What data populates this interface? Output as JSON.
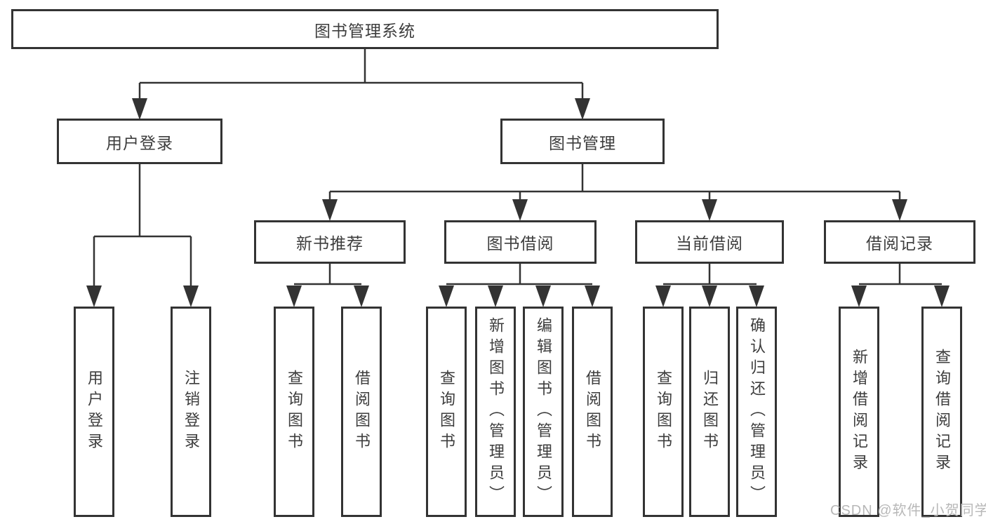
{
  "diagram": {
    "watermark": "CSDN @软件_小贺同学",
    "tree": {
      "label": "图书管理系统",
      "children": [
        {
          "label": "用户登录",
          "children": [
            {
              "label": "用户登录"
            },
            {
              "label": "注销登录"
            }
          ]
        },
        {
          "label": "图书管理",
          "children": [
            {
              "label": "新书推荐",
              "children": [
                {
                  "label": "查询图书"
                },
                {
                  "label": "借阅图书"
                }
              ]
            },
            {
              "label": "图书借阅",
              "children": [
                {
                  "label": "查询图书"
                },
                {
                  "label": "新增图书（管理员）"
                },
                {
                  "label": "编辑图书（管理员）"
                },
                {
                  "label": "借阅图书"
                }
              ]
            },
            {
              "label": "当前借阅",
              "children": [
                {
                  "label": "查询图书"
                },
                {
                  "label": "归还图书"
                },
                {
                  "label": "确认归还（管理员）"
                }
              ]
            },
            {
              "label": "借阅记录",
              "children": [
                {
                  "label": "新增借阅记录"
                },
                {
                  "label": "查询借阅记录"
                }
              ]
            }
          ]
        }
      ]
    },
    "colors": {
      "line": "#333333",
      "text": "#3d3d3d",
      "watermark": "#b8b8b8"
    }
  }
}
